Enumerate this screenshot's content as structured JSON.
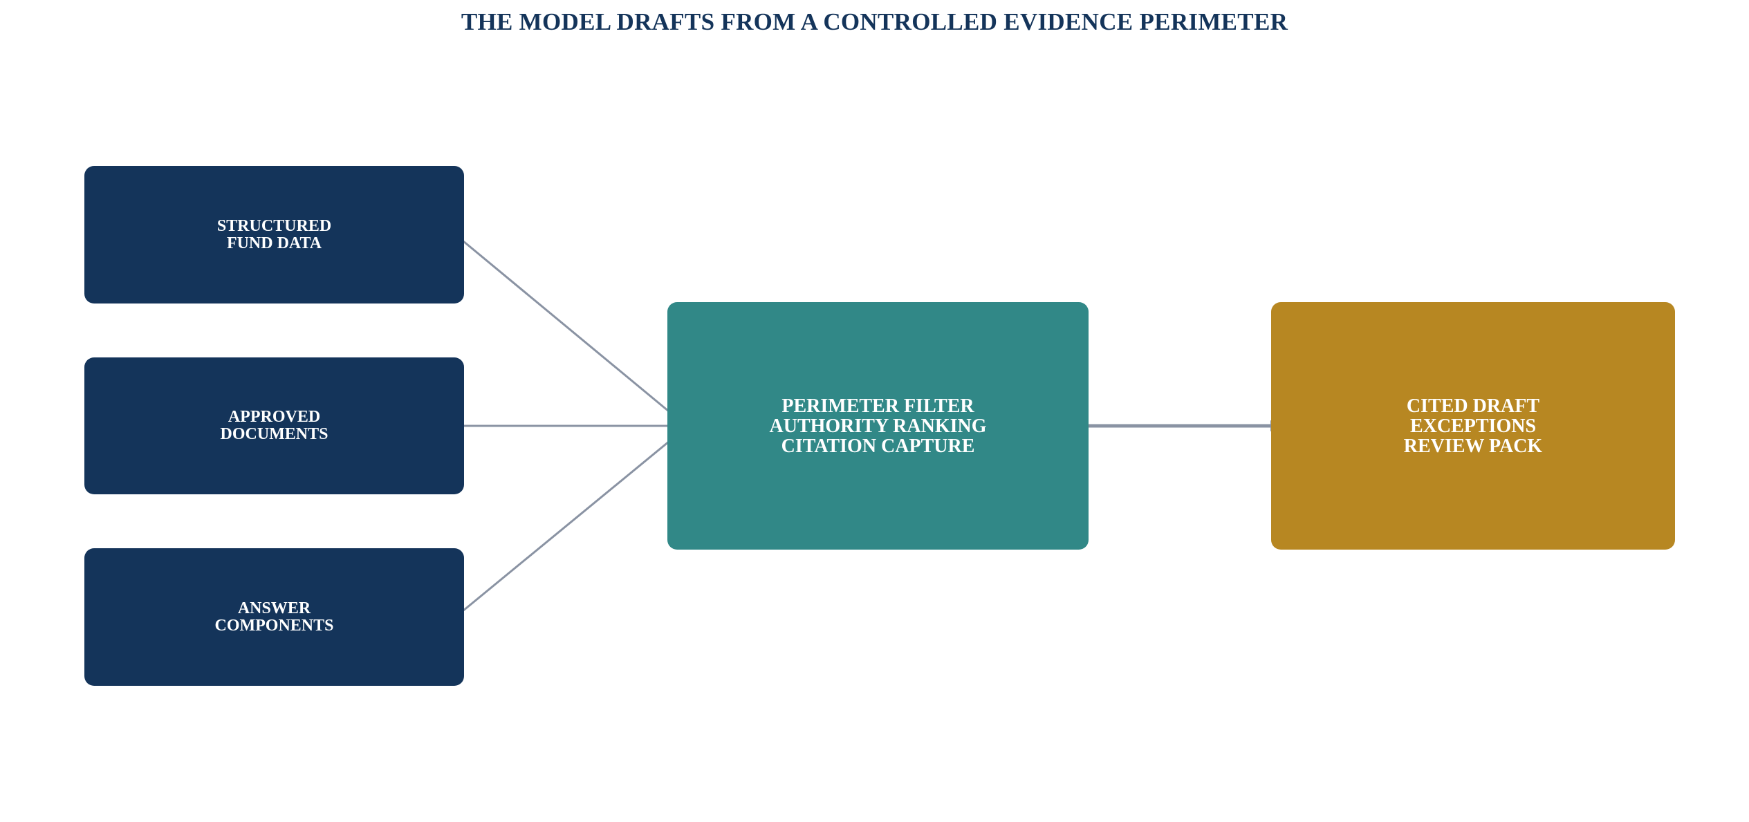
{
  "title": "THE MODEL DRAFTS FROM A CONTROLLED EVIDENCE PERIMETER",
  "colors": {
    "title": "#14345a",
    "source_box": "#14345a",
    "filter_box": "#318887",
    "output_box": "#b78722",
    "arrow": "#8a93a3",
    "box_text": "#ffffff"
  },
  "sources": [
    {
      "lines": [
        "STRUCTURED",
        "FUND DATA"
      ]
    },
    {
      "lines": [
        "APPROVED",
        "DOCUMENTS"
      ]
    },
    {
      "lines": [
        "ANSWER",
        "COMPONENTS"
      ]
    }
  ],
  "filter": {
    "lines": [
      "PERIMETER FILTER",
      "AUTHORITY RANKING",
      "CITATION CAPTURE"
    ]
  },
  "output": {
    "lines": [
      "CITED DRAFT",
      "EXCEPTIONS",
      "REVIEW PACK"
    ]
  }
}
